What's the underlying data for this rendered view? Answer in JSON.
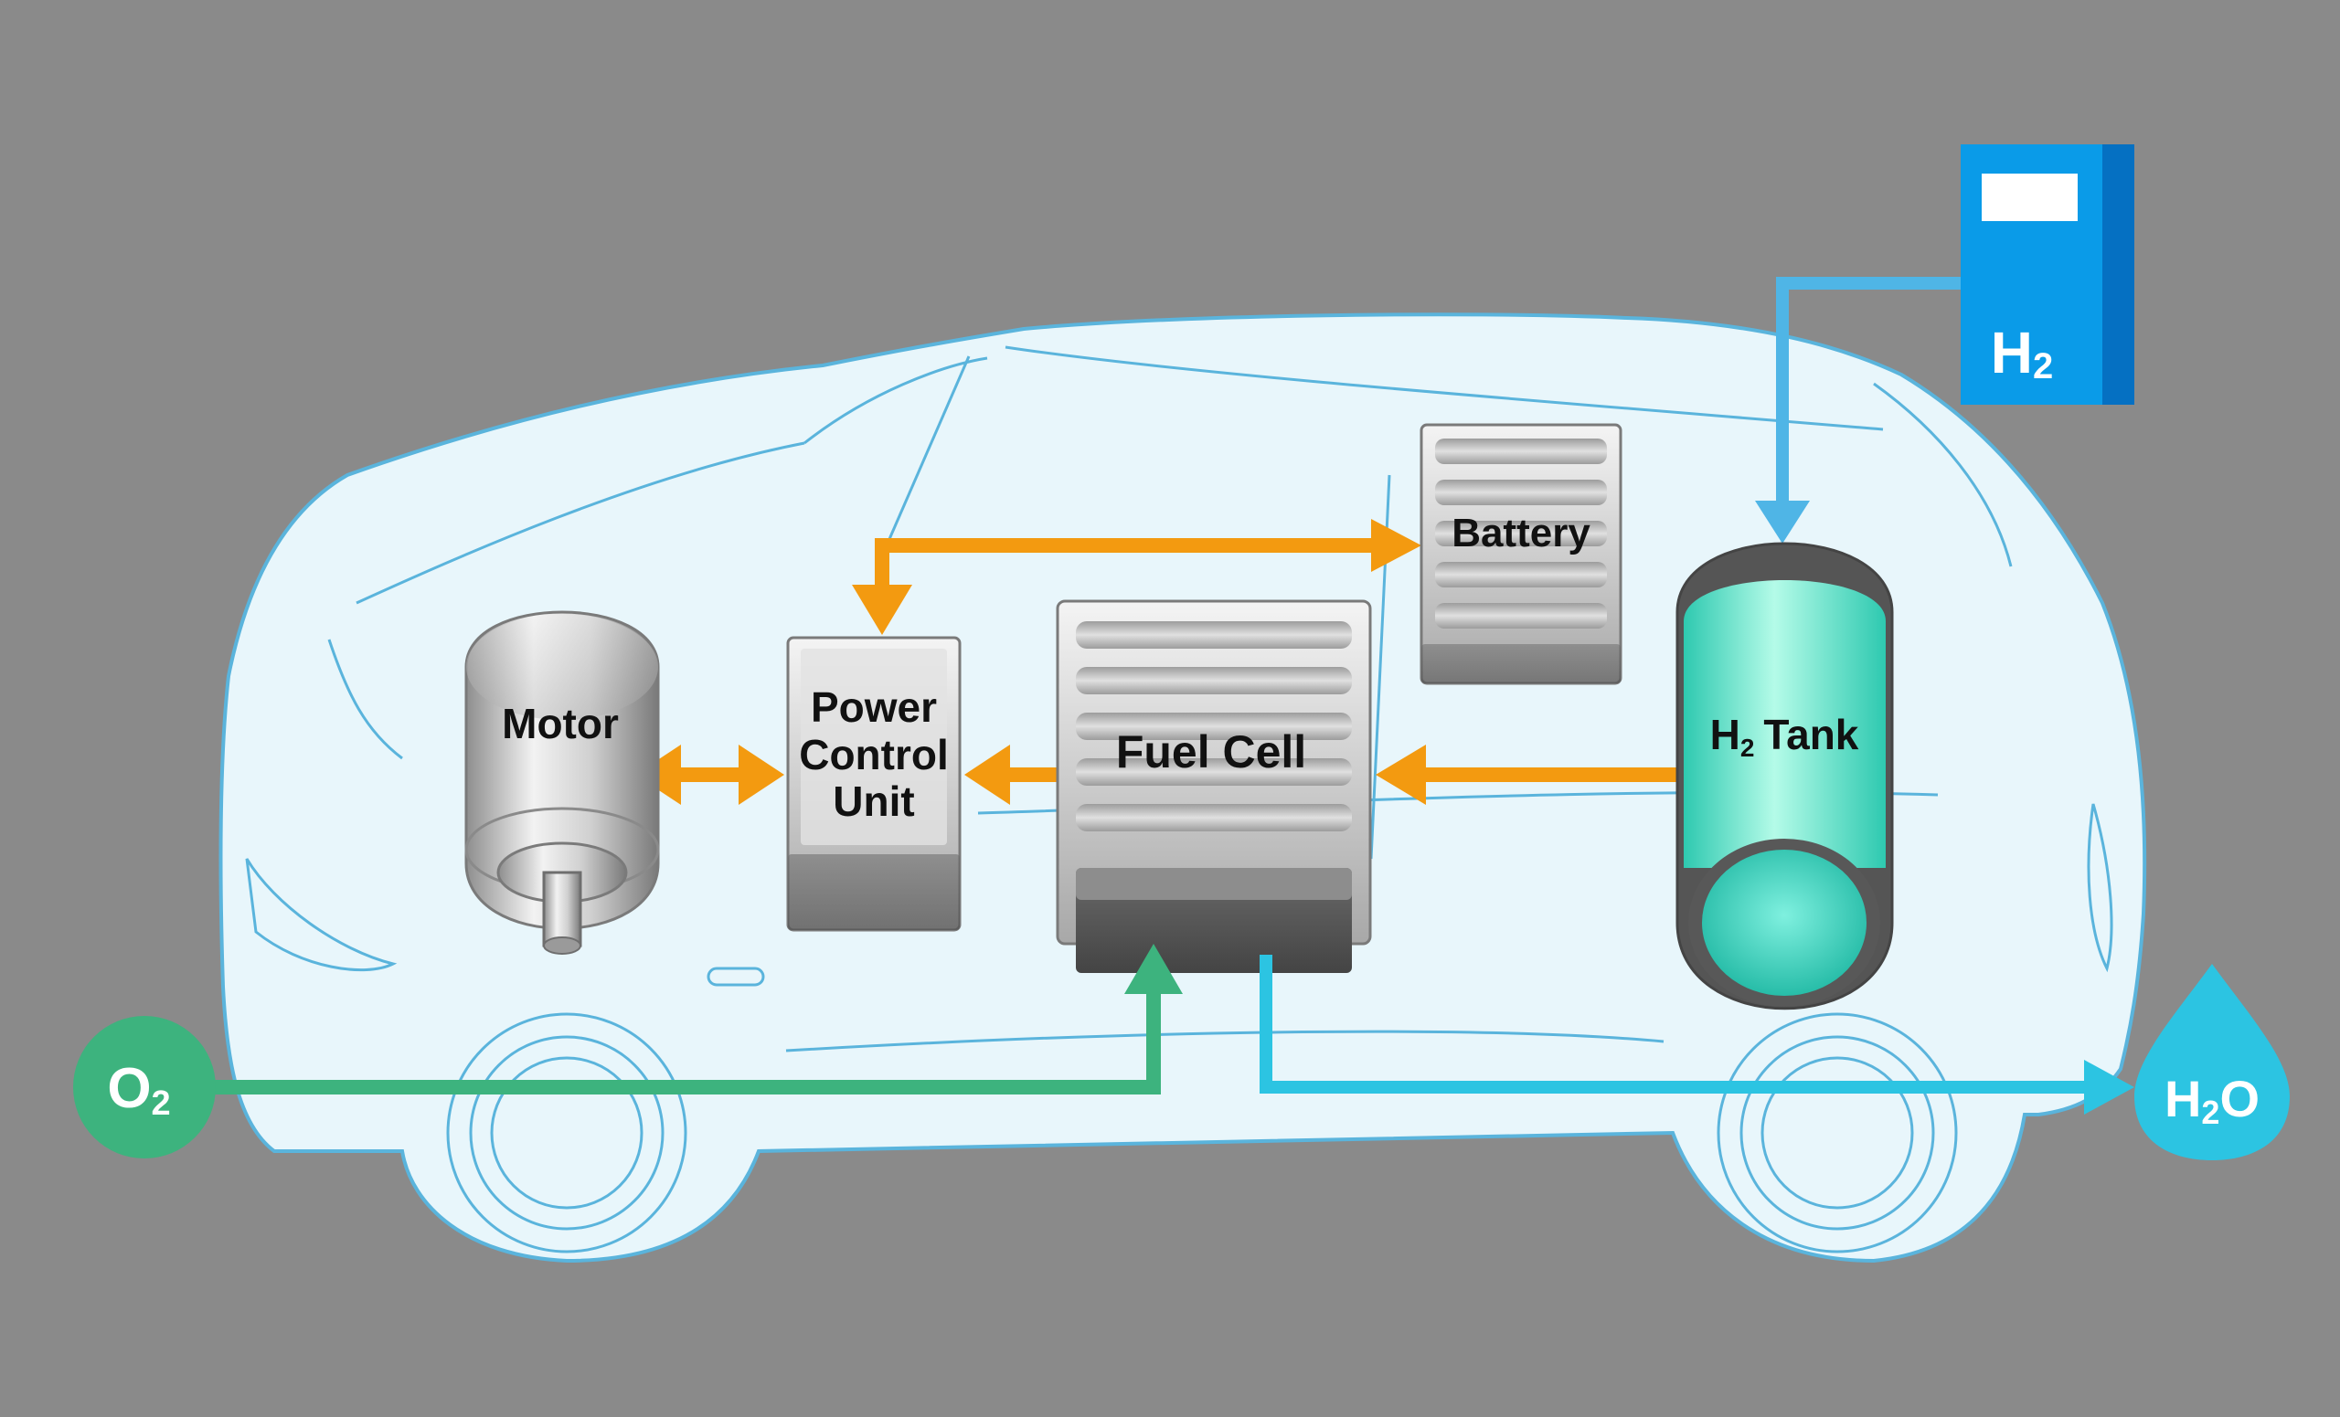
{
  "components": {
    "motor": "Motor",
    "pcu": [
      "Power",
      "Control",
      "Unit"
    ],
    "fuel_cell": "Fuel Cell",
    "battery": "Battery",
    "h2_tank": "Tank"
  },
  "chemistry": {
    "h2_station_label": "H",
    "h2_tank_prefix": "H",
    "o2_label": "O",
    "h2o_label_h": "H",
    "h2o_label_o": "O",
    "subscript_2": "2"
  },
  "colors": {
    "background": "#8a8a8a",
    "car_fill": "#e8f6fb",
    "car_outline": "#5ab4dc",
    "electric_flow": "#f39a10",
    "hydrogen_flow": "#4fb5e6",
    "oxygen": "#3db37e",
    "water": "#2cc4e2",
    "tank_cyan": "#5fe3cc",
    "station_blue": "#0a9be8"
  }
}
